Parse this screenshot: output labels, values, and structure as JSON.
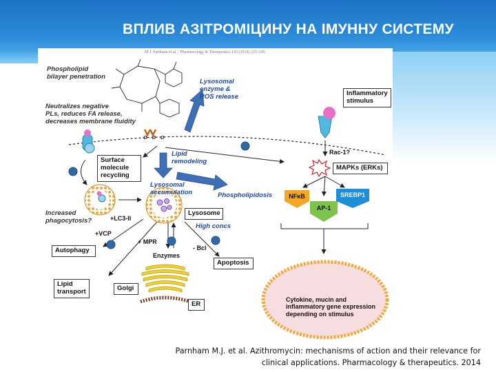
{
  "slide": {
    "title": "ВПЛИВ АЗІТРОМІЦИНУ НА ІМУННУ СИСТЕМУ",
    "citation_line1": "Parnham M.J. et al. Azithromycin: mechanisms of action and their relevance for",
    "citation_line2": "clinical applications. Pharmacology & therapeutics. 2014",
    "figure_ref": "M.J. Parnham et al. / Pharmacology & Therapeutics 143 (2014) 225–245"
  },
  "diagram": {
    "membrane_penetration": "Phospholipid\nbilayer penetration",
    "neutralizes": "Neutralizes negative\nPLs, reduces FA release,\ndecreases membrane fluidity",
    "lysosomal_enzyme": "Lysosomal\nenzyme &\nROS release",
    "lipid_remodeling": "Lipid\nremodeling",
    "surface_recycling": "Surface\nmolecule\nrecycling",
    "lysosomal_accumulation": "Lysosomal\naccumulation",
    "phospholipidosis": "Phospholipidosis",
    "increased_phagocytosis": "Increased\nphagocytosis?",
    "lc3": "+LC3-II",
    "lysosome": "Lysosome",
    "high_concs": "High concs",
    "vcp": "+VCP",
    "autophagy": "Autophagy",
    "mpr": "+ MPR",
    "bcl": "- Bcl",
    "enzymes": "Enzymes",
    "apoptosis": "Apoptosis",
    "lipid_transport": "Lipid\ntransport",
    "golgi": "Golgi",
    "er": "ER",
    "inflammatory_stimulus": "Inflammatory\nstimulus",
    "rac1": "Rac-1?",
    "mapks": "MAPKs (ERKs)",
    "nfkb": "NFκB",
    "ap1": "AP-1",
    "srebp1": "SREBP1",
    "gene_expression": "Cytokine, mucin and\ninflammatory gene expression\ndepending on stimulus",
    "membrane_dots": "o o o"
  },
  "colors": {
    "title_bar": "#2a8ad8",
    "arrow_blue": "#3f6fb6",
    "nfkb": "#f5a623",
    "ap1": "#7ec44c",
    "srebp1": "#1d8fd8",
    "lysosome_ring": "#f3a83b",
    "receptor": "#4fb9e0",
    "ligand": "#e86fc4",
    "inhibit_circle": "#2f6aa6"
  },
  "icons": [
    "azithromycin-structure-icon",
    "inhibit-circle-icon",
    "burst-icon",
    "golgi-icon",
    "er-icon"
  ]
}
